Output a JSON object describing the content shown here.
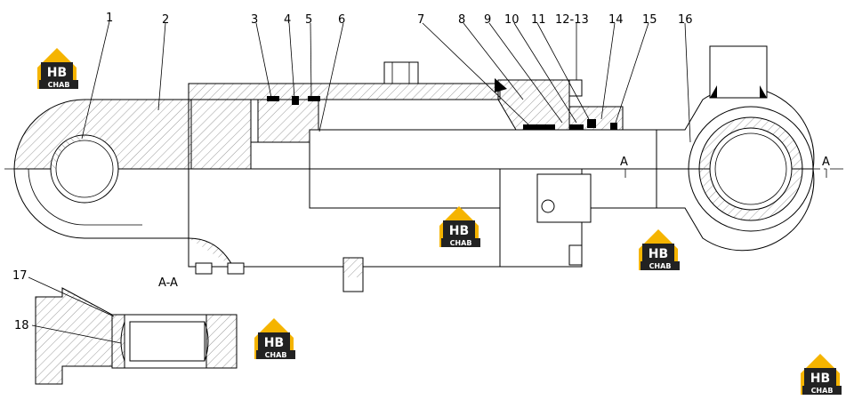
{
  "part_labels": [
    "1",
    "2",
    "3",
    "4",
    "5",
    "6",
    "7",
    "8",
    "9",
    "10",
    "11",
    "12-13",
    "14",
    "15",
    "16",
    "17",
    "18"
  ],
  "section_labels": {
    "view": "A-A",
    "cut_left": "A",
    "cut_right": "A"
  },
  "watermark": {
    "brand_letters": "HB",
    "brand_sub": "CHAB",
    "colors": {
      "yellow": "#f5b400",
      "dark": "#222222"
    }
  }
}
